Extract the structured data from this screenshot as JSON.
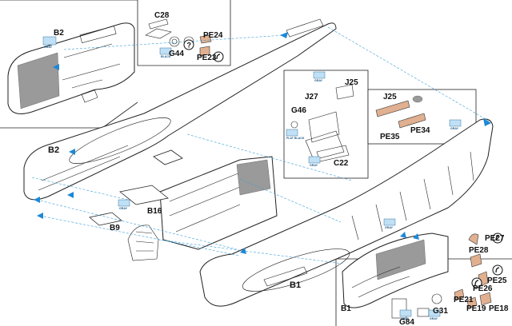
{
  "labels": {
    "b2_inset": "B2",
    "b2_main": "B2",
    "b1": "B1",
    "b1_inset": "B1",
    "b9": "B9",
    "b16": "B16",
    "c28": "C28",
    "c22": "C22",
    "g44": "G44",
    "g46": "G46",
    "g31": "G31",
    "g84": "G84",
    "j25_a": "J25",
    "j25_b": "J25",
    "j27": "J27",
    "pe24": "PE24",
    "pe23": "PE23",
    "pe34": "PE34",
    "pe35": "PE35",
    "pe27": "PE27",
    "pe28": "PE28",
    "pe25": "PE25",
    "pe26": "PE26",
    "pe21": "PE21",
    "pe19": "PE19",
    "pe18": "PE18"
  },
  "color_tags": [
    "GRAY",
    "BLACK",
    "GRAY",
    "GRAY",
    "FLAT BLACK",
    "GRAY",
    "GRAY",
    "GRAY",
    "GRAY",
    "GRAY"
  ],
  "colors": {
    "guide_line": "#3a9fd8",
    "arrow": "#1e88d6",
    "tag_fill": "#bfe0f5",
    "photo_etch": "#e0b090",
    "interior_grey": "#9a9a9a"
  },
  "icons": [
    "turn-over-symbol",
    "bend-symbol"
  ]
}
